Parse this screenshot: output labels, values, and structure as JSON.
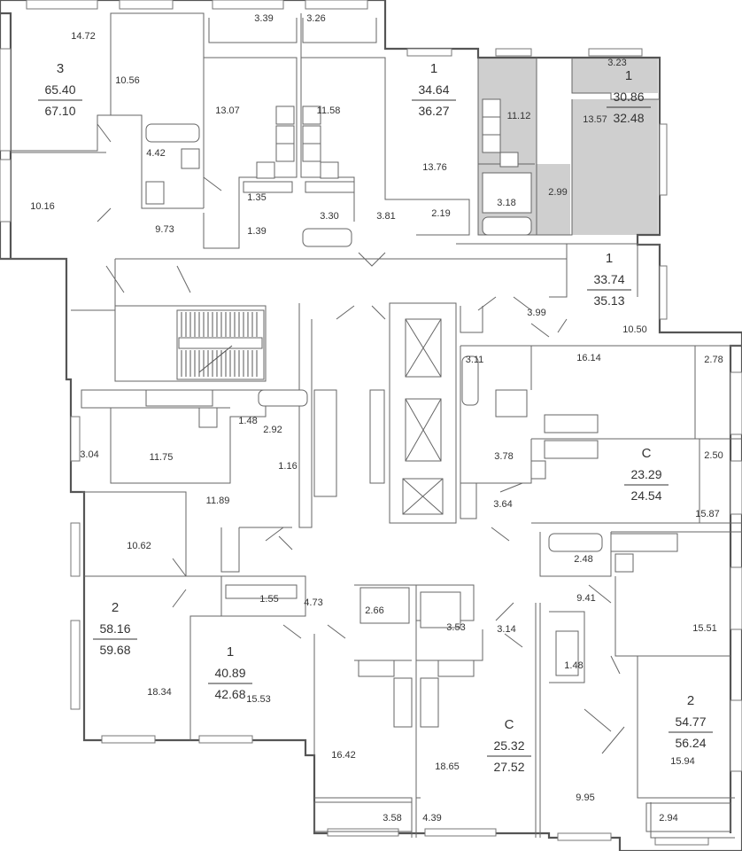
{
  "colors": {
    "walls": "#555555",
    "highlight": "#cfcfcf",
    "text": "#333333"
  },
  "apartments": [
    {
      "rooms": "3",
      "living": "65.40",
      "total": "67.10"
    },
    {
      "rooms": "1",
      "living": "34.64",
      "total": "36.27"
    },
    {
      "rooms": "1",
      "living": "30.86",
      "total": "32.48"
    },
    {
      "rooms": "1",
      "living": "33.74",
      "total": "35.13"
    },
    {
      "rooms": "С",
      "living": "23.29",
      "total": "24.54"
    },
    {
      "rooms": "2",
      "living": "58.16",
      "total": "59.68"
    },
    {
      "rooms": "1",
      "living": "40.89",
      "total": "42.68"
    },
    {
      "rooms": "С",
      "living": "25.32",
      "total": "27.52"
    },
    {
      "rooms": "2",
      "living": "54.77",
      "total": "56.24"
    }
  ],
  "room_areas": [
    "14.72",
    "10.56",
    "3.39",
    "3.26",
    "13.07",
    "11.58",
    "4.42",
    "10.16",
    "9.73",
    "1.35",
    "1.39",
    "3.30",
    "3.81",
    "13.76",
    "2.19",
    "11.12",
    "3.23",
    "13.57",
    "3.18",
    "2.99",
    "3.99",
    "10.50",
    "3.11",
    "16.14",
    "2.78",
    "1.48",
    "2.92",
    "3.04",
    "11.75",
    "1.16",
    "3.78",
    "2.50",
    "15.87",
    "3.64",
    "11.89",
    "10.62",
    "2.48",
    "9.41",
    "15.51",
    "1.55",
    "4.73",
    "2.66",
    "3.53",
    "3.14",
    "18.34",
    "15.53",
    "1.48",
    "16.42",
    "18.65",
    "15.94",
    "9.95",
    "3.58",
    "4.39",
    "2.94"
  ]
}
